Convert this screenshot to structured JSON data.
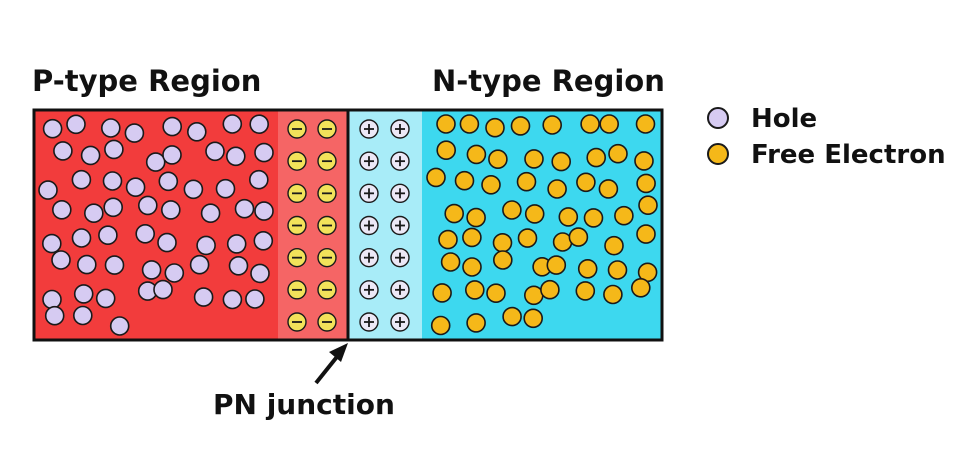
{
  "labels": {
    "p_region": "P-type Region",
    "n_region": "N-type Region",
    "junction": "PN junction"
  },
  "legend": {
    "hole": "Hole",
    "electron": "Free Electron"
  },
  "colors": {
    "p_region": "#f23c3c",
    "p_depletion": "#f56565",
    "n_depletion": "#a8ecf8",
    "n_region": "#3dd8ef",
    "hole": "#d6cbf2",
    "electron": "#f5b819",
    "negative_ion": "#f2e25a",
    "positive_ion": "#ece8f6",
    "outline": "#111111"
  },
  "particles": {
    "holes": 59,
    "negative_ions": 14,
    "positive_ions": 14,
    "free_electrons": 60
  }
}
